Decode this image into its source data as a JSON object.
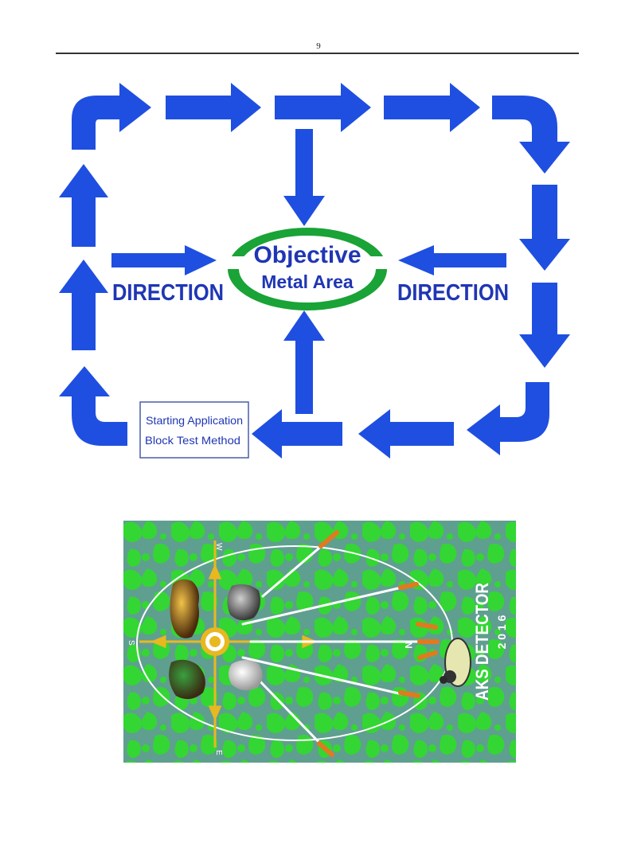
{
  "page": {
    "number": "9"
  },
  "flow_diagram": {
    "center_label_line1": "Objective",
    "center_label_line2": "Metal Area",
    "left_direction_label": "DIRECTION",
    "right_direction_label": "DIRECTION",
    "start_box_line1": "Starting Application",
    "start_box_line2": "Block Test Method",
    "colors": {
      "arrow": "#1f4fe0",
      "label": "#1f36b4",
      "ellipse_green": "#1aa336"
    }
  },
  "detector_figure": {
    "brand_line1": "AKS DETECTOR",
    "brand_line2": "2 0 1 6",
    "compass": {
      "north": "N",
      "south": "S",
      "west": "W",
      "east": "E"
    },
    "colors": {
      "background": "#5f9f8f",
      "pattern": "#33d633",
      "gold": "#e8b820",
      "rod": "#e07a20"
    }
  }
}
